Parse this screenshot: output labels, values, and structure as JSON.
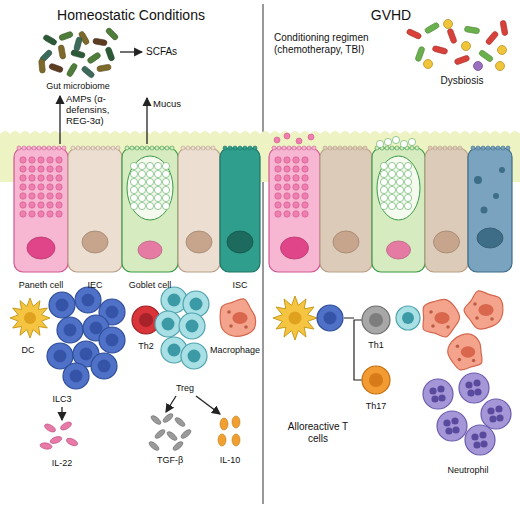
{
  "diagram": {
    "labels": [
      "Homeostatic Conditions",
      "GVHD",
      "Gut microbiome",
      "SCFAs",
      "Conditioning regimen (chemotherapy, TBI)",
      "Dysbiosis",
      "AMPs (α-defensins, REG-3α)",
      "Mucus",
      "Paneth cell",
      "IEC",
      "Goblet cell",
      "ISC",
      "DC",
      "Th2",
      "Macrophage",
      "ILC3",
      "Treg",
      "IL-22",
      "TGF-β",
      "IL-10",
      "Th1",
      "Th17",
      "Alloreactive T cells",
      "Neutrophil"
    ]
  }
}
